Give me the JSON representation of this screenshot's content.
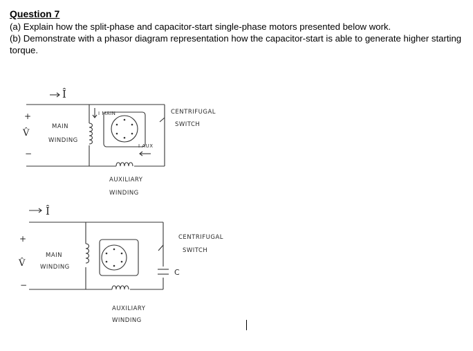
{
  "question": {
    "title": "Question 7",
    "part_a": "(a) Explain how the split-phase and capacitor-start single-phase motors presented below work.",
    "part_b": "(b) Demonstrate with a phasor diagram representation how the capacitor-start is able to generate higher starting torque."
  },
  "diagram1": {
    "current_label": "Î",
    "voltage_label": "V̂",
    "plus": "+",
    "minus": "−",
    "i_main": "I MAIN",
    "main_winding_1": "MAIN",
    "main_winding_2": "WINDING",
    "i_aux": "I AUX",
    "switch_1": "CENTRIFUGAL",
    "switch_2": "SWITCH",
    "aux_1": "AUXILIARY",
    "aux_2": "WINDING"
  },
  "diagram2": {
    "current_label": "Î",
    "voltage_label": "V̂",
    "plus": "+",
    "minus": "−",
    "main_winding_1": "MAIN",
    "main_winding_2": "WINDING",
    "switch_1": "CENTRIFUGAL",
    "switch_2": "SWITCH",
    "capacitor": "C",
    "aux_1": "AUXILIARY",
    "aux_2": "WINDING"
  }
}
